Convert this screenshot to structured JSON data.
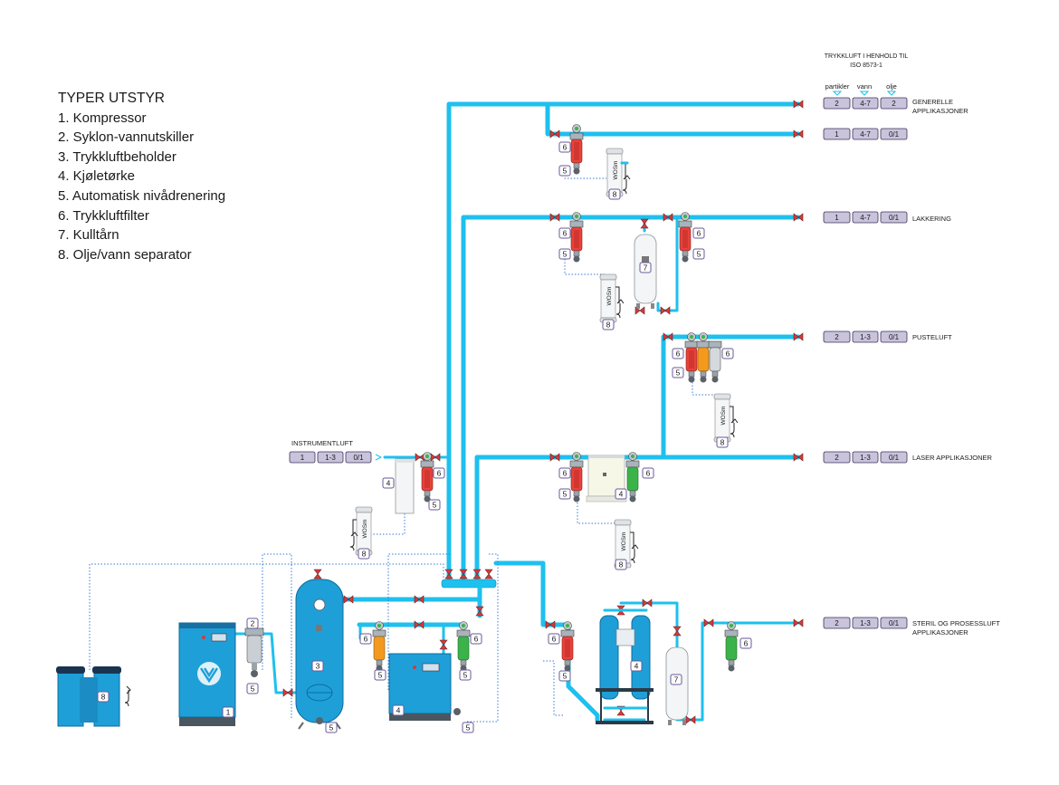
{
  "legend": {
    "title": "TYPER UTSTYR",
    "items": [
      "1. Kompressor",
      "2. Syklon-vannutskiller",
      "3. Trykkluftbeholder",
      "4. Kjøletørke",
      "5. Automatisk nivådrenering",
      "6. Trykkluftfilter",
      "7. Kulltårn",
      "8. Olje/vann separator"
    ]
  },
  "standard_header": {
    "line1": "TRYKKLUFT I HENHOLD TIL",
    "line2": "ISO 8573-1",
    "col_particles": "partikler",
    "col_water": "vann",
    "col_oil": "olje"
  },
  "applications": [
    {
      "label1": "GENERELLE",
      "label2": "APPLIKASJONER",
      "values": [
        "2",
        "4-7",
        "2"
      ]
    },
    {
      "label1": "",
      "label2": "",
      "values": [
        "1",
        "4-7",
        "0/1"
      ]
    },
    {
      "label1": "LAKKERING",
      "label2": "",
      "values": [
        "1",
        "4-7",
        "0/1"
      ]
    },
    {
      "label1": "PUSTELUFT",
      "label2": "",
      "values": [
        "2",
        "1-3",
        "0/1"
      ]
    },
    {
      "label1": "LASER APPLIKASJONER",
      "label2": "",
      "values": [
        "2",
        "1-3",
        "0/1"
      ]
    },
    {
      "label1": "STERIL OG PROSESSLUFT",
      "label2": "APPLIKASJONER",
      "values": [
        "2",
        "1-3",
        "0/1"
      ]
    }
  ],
  "instrument": {
    "label": "INSTRUMENTLUFT",
    "values": [
      "1",
      "1-3",
      "0/1"
    ]
  },
  "separator_text": "WOSm",
  "number_tags": [
    "1",
    "2",
    "3",
    "4",
    "5",
    "6",
    "7",
    "8"
  ],
  "colors": {
    "pipe": "#1ec0ee",
    "equipment": "#1f9fd8",
    "quality_box": "#c9c3dc",
    "filter_red": "#e8423a",
    "filter_orange": "#f39a1e",
    "filter_green": "#3bb34a",
    "valve_red": "#d63a3a",
    "tag_border": "#6a5a9a"
  }
}
